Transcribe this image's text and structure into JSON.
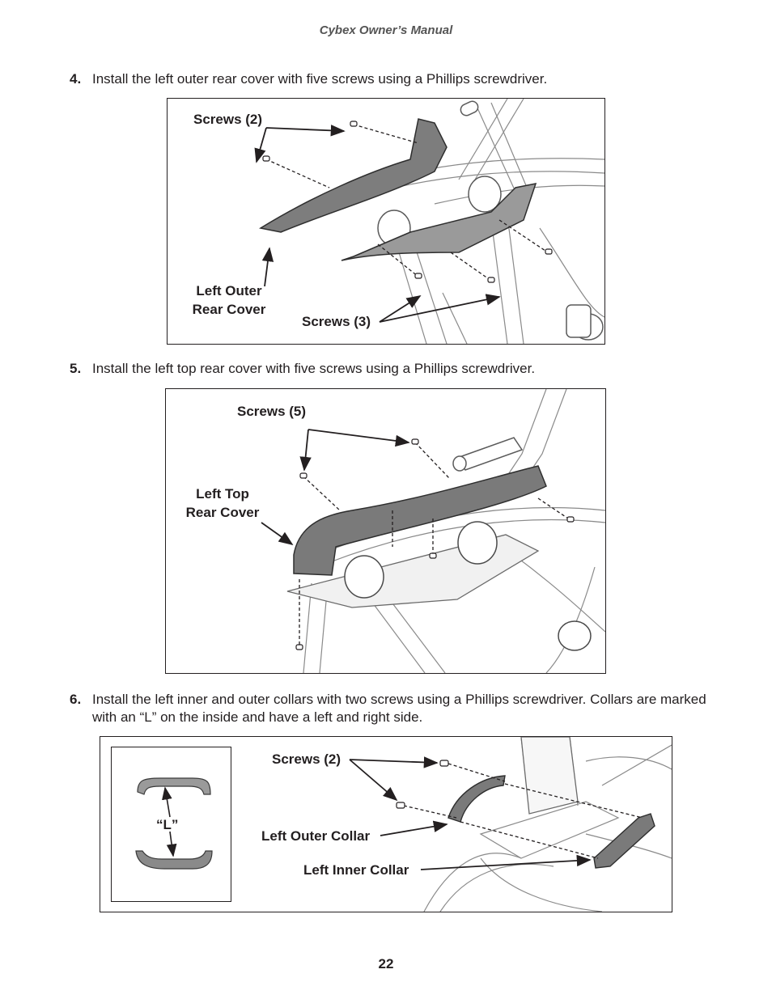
{
  "header": {
    "title": "Cybex Owner’s Manual"
  },
  "steps": [
    {
      "number": "4.",
      "text": "Install the left outer rear cover with five screws using a Phillips screwdriver."
    },
    {
      "number": "5.",
      "text": "Install the left top rear cover with five screws using a Phillips screwdriver."
    },
    {
      "number": "6.",
      "text": "Install the left inner and outer collars with two screws using a Phillips screwdriver. Collars are marked with an “L” on the inside and have a left and right side."
    }
  ],
  "figures": {
    "fig4": {
      "screws_top": "Screws (2)",
      "cover_line1": "Left Outer",
      "cover_line2": "Rear Cover",
      "screws_bottom": "Screws (3)"
    },
    "fig5": {
      "screws": "Screws (5)",
      "cover_line1": "Left Top",
      "cover_line2": "Rear Cover"
    },
    "fig6": {
      "inset_mark": "“L”",
      "screws": "Screws (2)",
      "outer_collar": "Left Outer Collar",
      "inner_collar": "Left Inner Collar"
    }
  },
  "page": {
    "number": "22"
  }
}
